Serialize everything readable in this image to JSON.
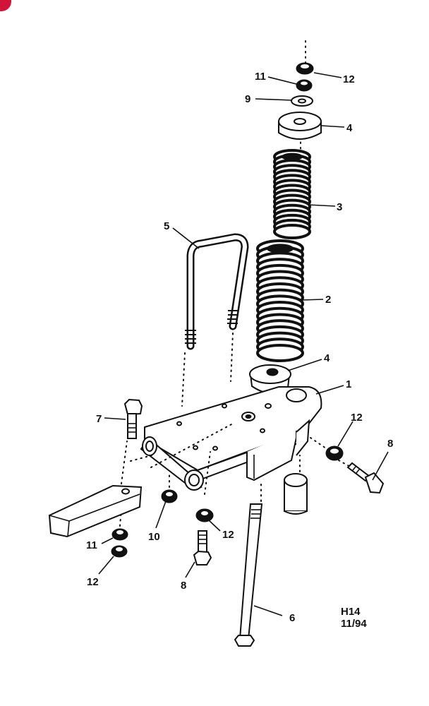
{
  "drawing": {
    "code_line1": "H14",
    "code_line2": "11/94"
  },
  "colors": {
    "ink": "#111111",
    "paper": "#ffffff",
    "corner_badge": "#d0143a"
  },
  "callouts": [
    {
      "id": "c12-top",
      "text": "12"
    },
    {
      "id": "c11-top",
      "text": "11"
    },
    {
      "id": "c9",
      "text": "9"
    },
    {
      "id": "c4-top",
      "text": "4"
    },
    {
      "id": "c3",
      "text": "3"
    },
    {
      "id": "c5",
      "text": "5"
    },
    {
      "id": "c2",
      "text": "2"
    },
    {
      "id": "c4-low",
      "text": "4"
    },
    {
      "id": "c1",
      "text": "1"
    },
    {
      "id": "c7",
      "text": "7"
    },
    {
      "id": "c12-right",
      "text": "12"
    },
    {
      "id": "c8-right",
      "text": "8"
    },
    {
      "id": "c10",
      "text": "10"
    },
    {
      "id": "c12-mid",
      "text": "12"
    },
    {
      "id": "c11-left",
      "text": "11"
    },
    {
      "id": "c12-left",
      "text": "12"
    },
    {
      "id": "c8-bottom",
      "text": "8"
    },
    {
      "id": "c6",
      "text": "6"
    }
  ]
}
